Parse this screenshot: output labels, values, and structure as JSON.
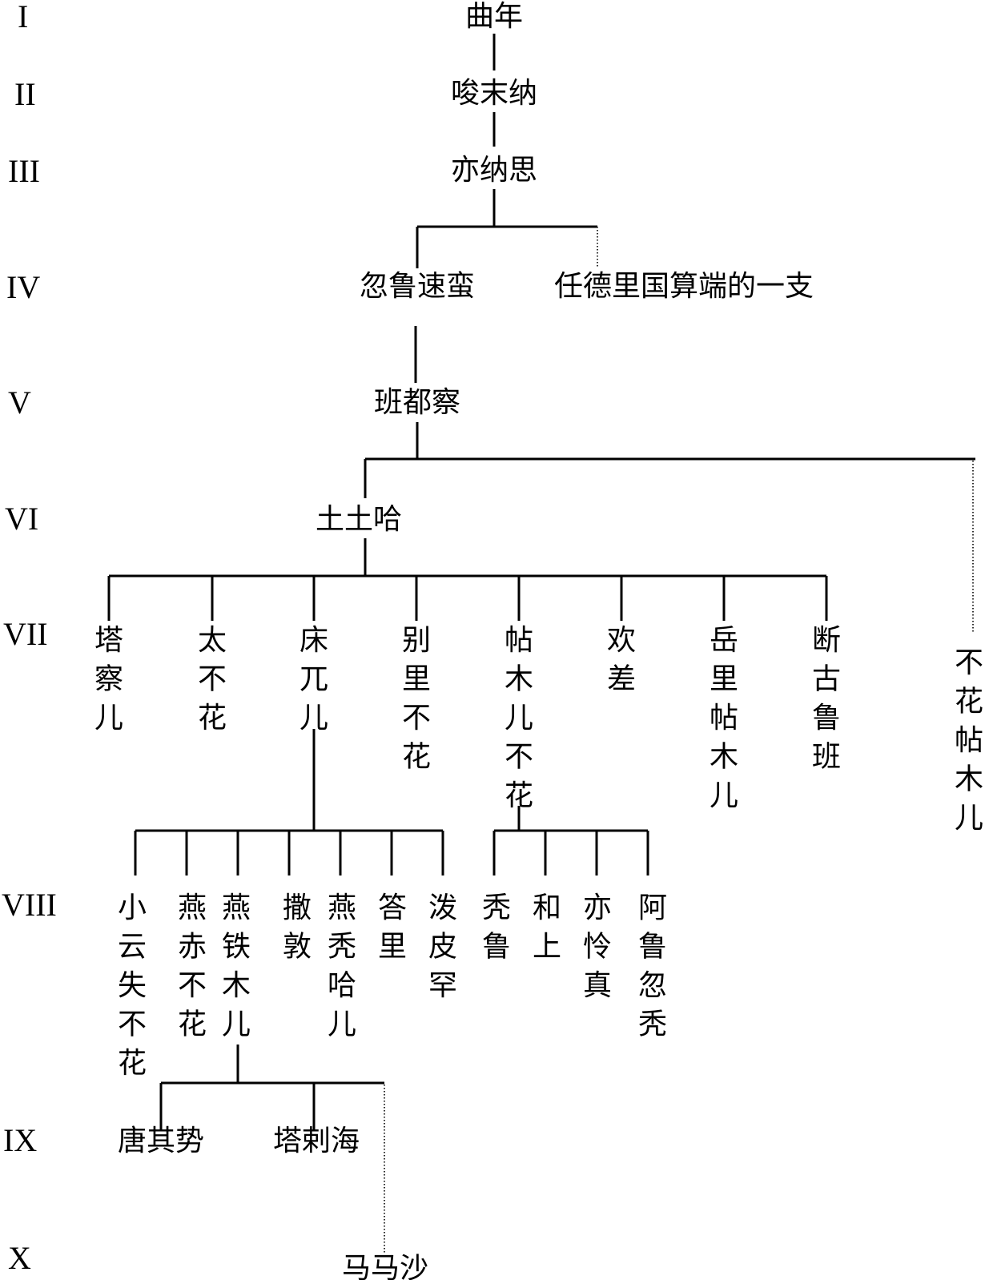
{
  "generations": [
    "I",
    "II",
    "III",
    "IV",
    "V",
    "VI",
    "VII",
    "VIII",
    "IX",
    "X"
  ],
  "people": {
    "qunian": "曲年",
    "junmona": "唆末纳",
    "yinasi": "亦纳思",
    "hulusuman": "忽鲁速蛮",
    "rendeli": "任德里国算端的一支",
    "banducha": "班都察",
    "tutuha": "土土哈",
    "tachaer": "塔察儿",
    "taibuhua": "太不花",
    "chuangwuer": "床兀儿",
    "bielibuhua": "别里不花",
    "tiemuerbuhua": "帖木儿不花",
    "huancha": "欢差",
    "yuelitiemuer": "岳里帖木儿",
    "duangulubon": "断古鲁班",
    "buhuatiemuer": "不花帖木儿",
    "xiaoyunshibuhua": "小云失不花",
    "yanchibuhua": "燕赤不花",
    "yantiemuer": "燕铁木儿",
    "sadun": "撒敦",
    "yantuhaer": "燕秃哈儿",
    "dali": "答里",
    "popihan": "泼皮罕",
    "tulu": "秃鲁",
    "heshang": "和上",
    "yilingzhen": "亦怜真",
    "aluhutu": "阿鲁忽秃",
    "tangqishi": "唐其势",
    "talahai": "塔剌海",
    "mamasha": "马马沙"
  }
}
